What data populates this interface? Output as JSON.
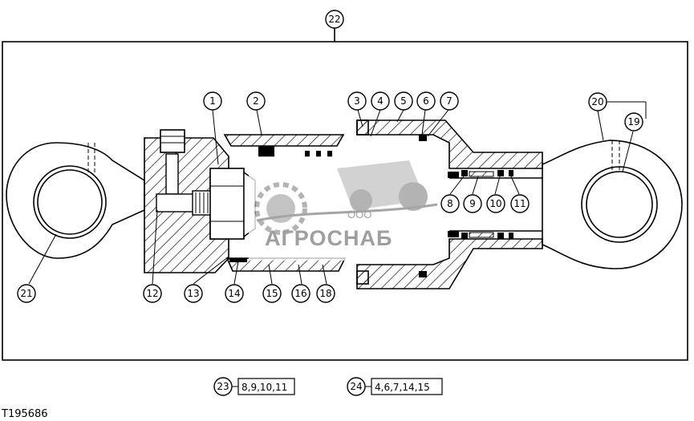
{
  "figure_id": "T195686",
  "watermark": {
    "company_prefix": "ООО",
    "company_name": "АГРОСНАБ"
  },
  "callouts": [
    "1",
    "2",
    "3",
    "4",
    "5",
    "6",
    "7",
    "8",
    "9",
    "10",
    "11",
    "12",
    "13",
    "14",
    "15",
    "16",
    "18",
    "19",
    "20",
    "21",
    "22"
  ],
  "kits": [
    {
      "label": "23",
      "parts": "8,9,10,11"
    },
    {
      "label": "24",
      "parts": "4,6,7,14,15"
    }
  ]
}
